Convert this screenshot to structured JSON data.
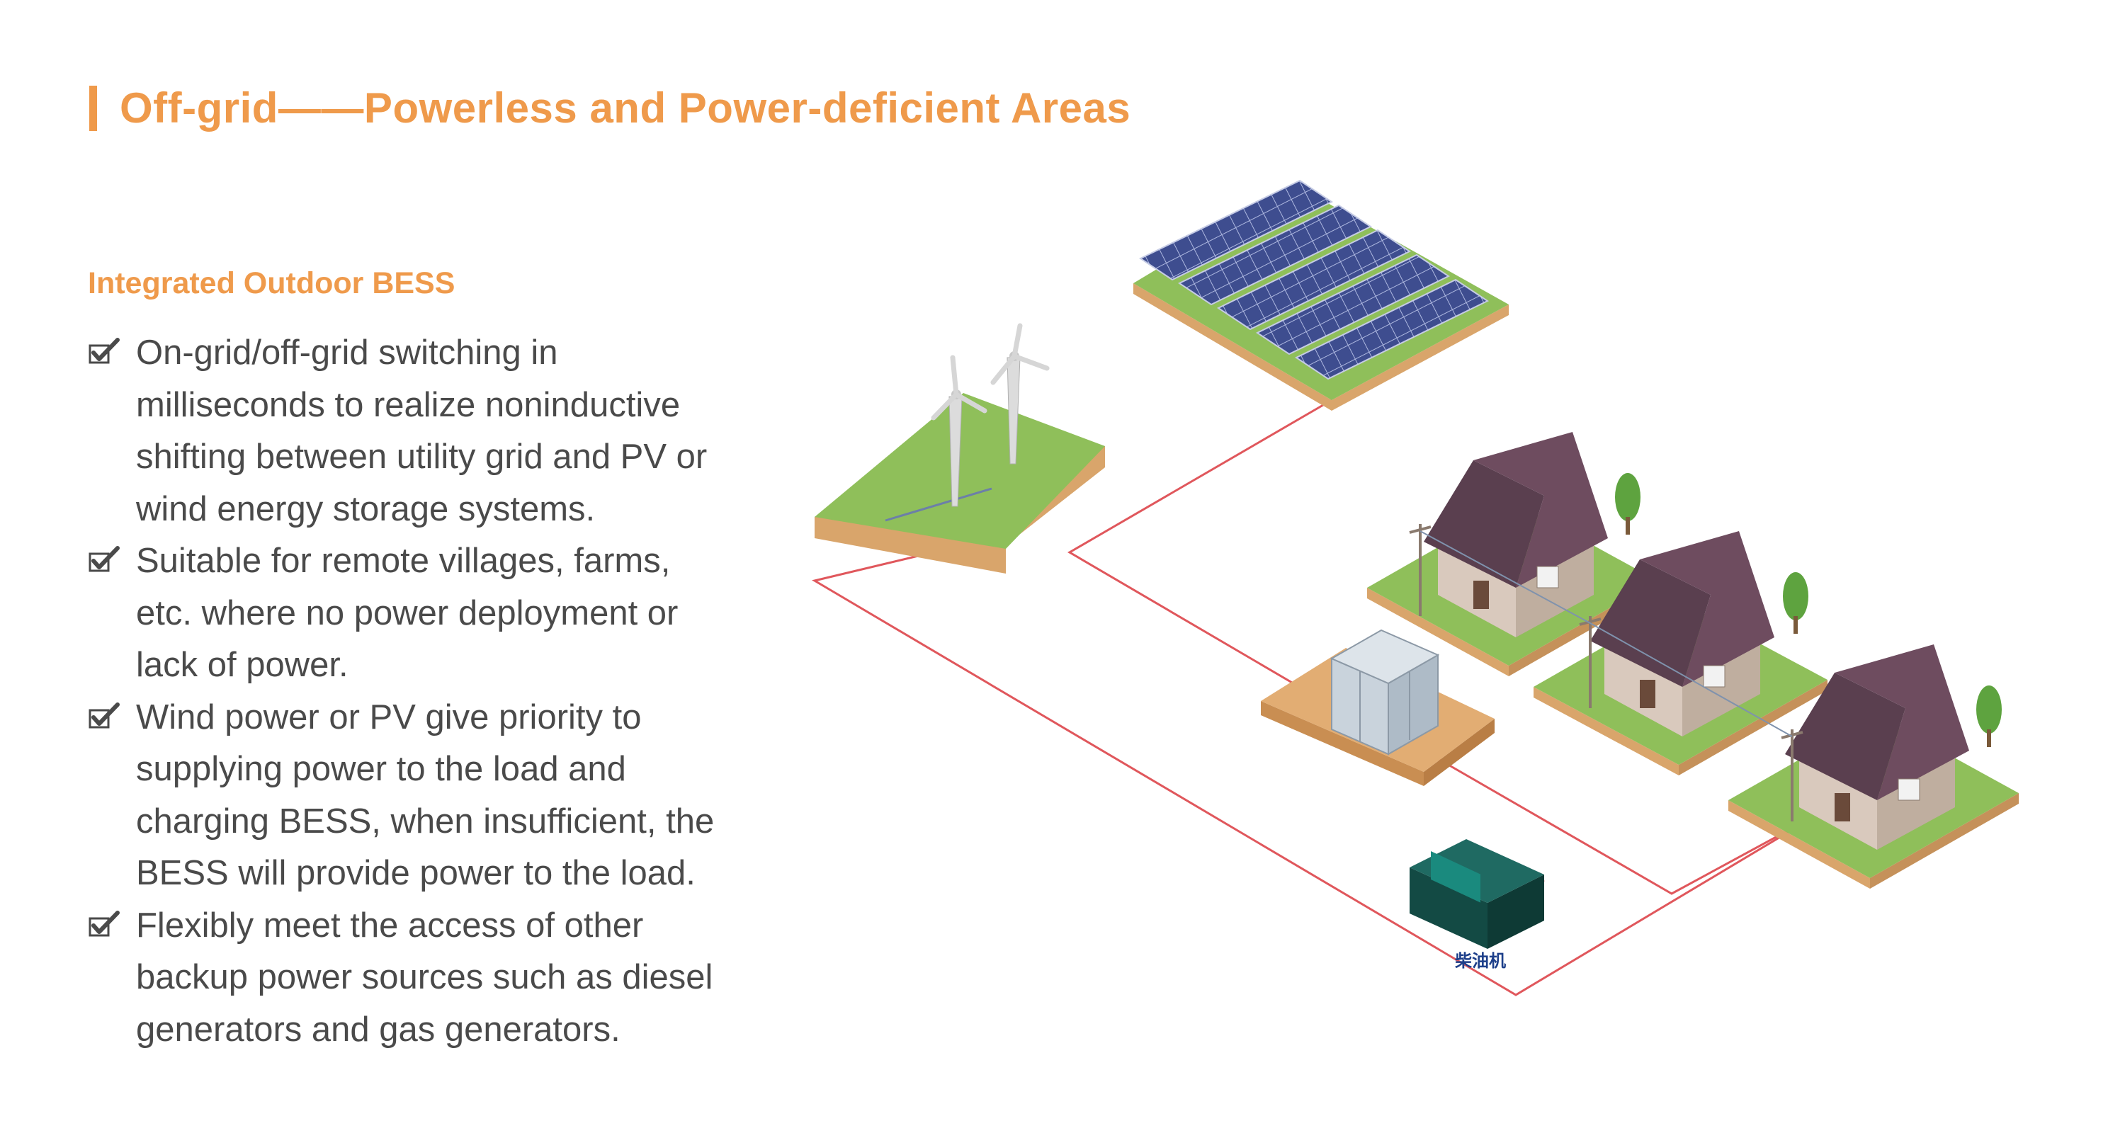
{
  "header": {
    "title": "Off-grid——Powerless and Power-deficient Areas",
    "accent_color": "#ef9a4b"
  },
  "section": {
    "subtitle": "Integrated Outdoor BESS",
    "bullet_icon": "checkbox-check-icon",
    "bullets": [
      {
        "lines": [
          "On-grid/off-grid switching in",
          "milliseconds to realize noninductive",
          "shifting between utility grid and PV or",
          "wind energy storage systems."
        ]
      },
      {
        "lines": [
          "Suitable for remote villages, farms,",
          "etc. where no power deployment or",
          "lack of power."
        ]
      },
      {
        "lines": [
          "Wind power or PV give priority to",
          "supplying power to the load and",
          "charging BESS, when insufficient, the",
          "BESS will provide power to the load."
        ]
      },
      {
        "lines": [
          "Flexibly meet the access of other",
          "backup power sources such as diesel",
          "generators and gas generators."
        ]
      }
    ]
  },
  "diagram": {
    "generator_label": "柴油机",
    "cable_color": "#e0575c",
    "grass_color": "#8fbf5a",
    "soil_color": "#d9a56b"
  }
}
